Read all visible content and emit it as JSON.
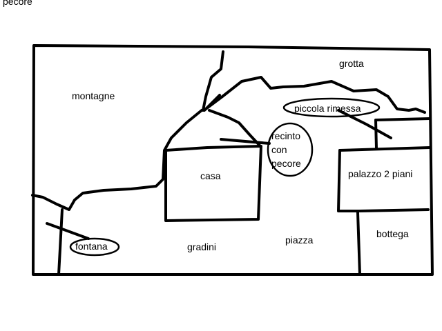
{
  "caption": "pecore",
  "labels": {
    "montagne": "montagne",
    "grotta": "grotta",
    "piccola_rimessa": "piccola rimessa",
    "recinto_line1": "recinto",
    "recinto_line2": "con",
    "recinto_line3": "pecore",
    "casa": "casa",
    "palazzo": "palazzo 2 piani",
    "bottega": "bottega",
    "fontana": "fontana",
    "gradini": "gradini",
    "piazza": "piazza"
  },
  "colors": {
    "ink": "#000000",
    "paper": "#ffffff"
  }
}
